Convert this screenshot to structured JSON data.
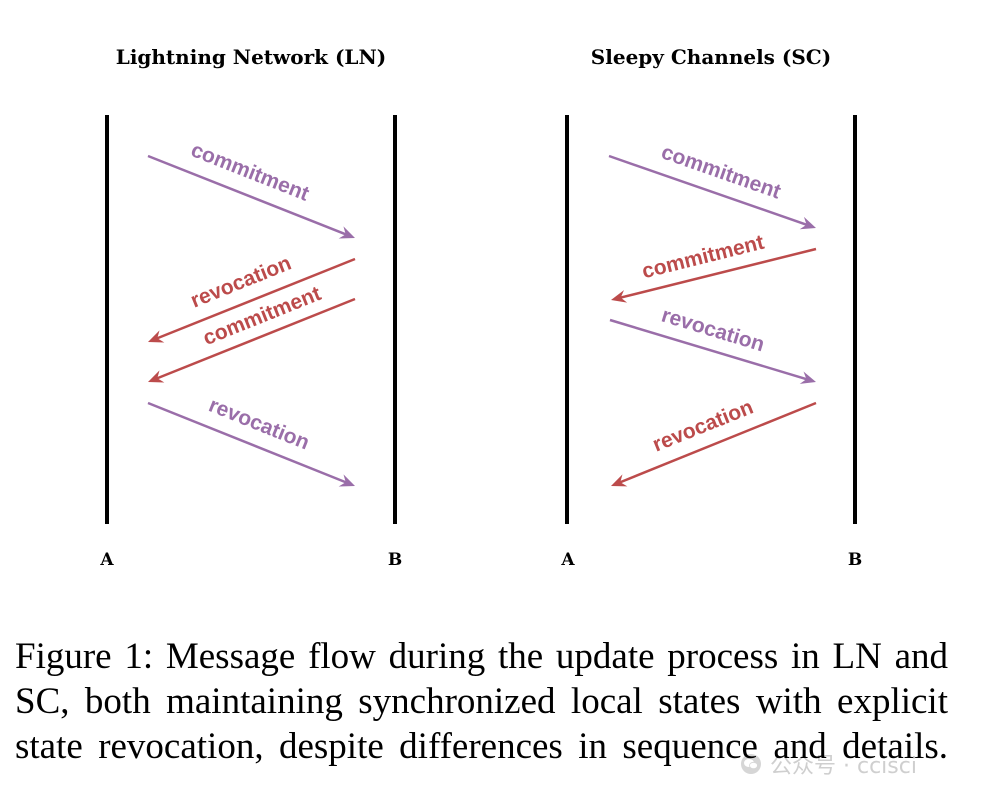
{
  "figure": {
    "diagrams": [
      {
        "title": "Lightning Network (LN)",
        "left_party": "A",
        "right_party": "B",
        "messages": [
          {
            "label": "commitment",
            "from": "A",
            "to": "B",
            "color": "#9a6ea9"
          },
          {
            "label": "revocation",
            "from": "B",
            "to": "A",
            "color": "#bc4b4b"
          },
          {
            "label": "commitment",
            "from": "B",
            "to": "A",
            "color": "#bc4b4b"
          },
          {
            "label": "revocation",
            "from": "A",
            "to": "B",
            "color": "#9a6ea9"
          }
        ]
      },
      {
        "title": "Sleepy Channels (SC)",
        "left_party": "A",
        "right_party": "B",
        "messages": [
          {
            "label": "commitment",
            "from": "A",
            "to": "B",
            "color": "#9a6ea9"
          },
          {
            "label": "commitment",
            "from": "B",
            "to": "A",
            "color": "#bc4b4b"
          },
          {
            "label": "revocation",
            "from": "A",
            "to": "B",
            "color": "#9a6ea9"
          },
          {
            "label": "revocation",
            "from": "B",
            "to": "A",
            "color": "#bc4b4b"
          }
        ]
      }
    ],
    "caption_lines": [
      "Figure 1: Message flow during the update process in LN and",
      "SC, both maintaining synchronized local states with explicit",
      "state revocation, despite differences in sequence and details."
    ]
  },
  "watermark": "公众号 · ccisci"
}
